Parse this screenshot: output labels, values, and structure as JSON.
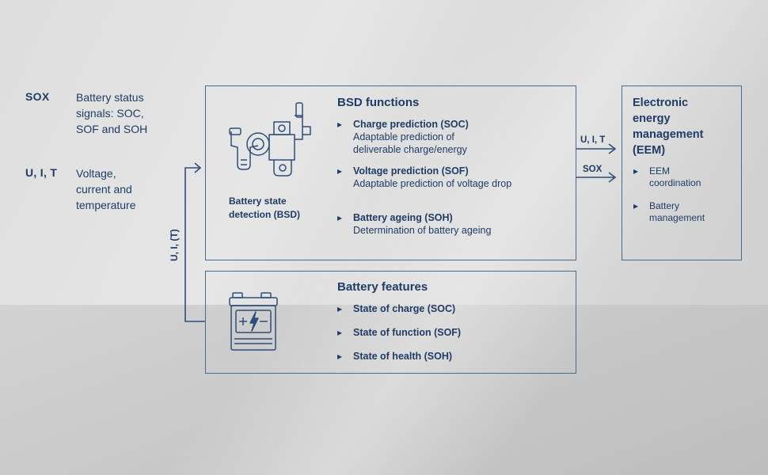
{
  "legend": [
    {
      "key": "SOX",
      "text": "Battery status signals: SOC, SOF and SOH",
      "lines": [
        "Battery status",
        "signals: SOC,",
        "SOF and SOH"
      ]
    },
    {
      "key": "U, I, T",
      "text": "Voltage, current and temperature",
      "lines": [
        "Voltage,",
        "current and",
        "temperature"
      ]
    }
  ],
  "feedback_label": "U, I, (T)",
  "bsd": {
    "title": "BSD functions",
    "caption_lines": [
      "Battery state",
      "detection (BSD)"
    ],
    "icon": "battery-sensor-icon",
    "functions": [
      {
        "title": "Charge prediction (SOC)",
        "desc_lines": [
          "Adaptable prediction of",
          "deliverable charge/energy"
        ]
      },
      {
        "title": "Voltage prediction (SOF)",
        "desc_lines": [
          "Adaptable prediction of voltage drop"
        ]
      },
      {
        "title": "Battery ageing (SOH)",
        "desc_lines": [
          "Determination of battery ageing"
        ]
      }
    ]
  },
  "features": {
    "title": "Battery features",
    "icon": "car-battery-icon",
    "items": [
      "State of charge (SOC)",
      "State of function (SOF)",
      "State of health (SOH)"
    ]
  },
  "signals": [
    "U, I, T",
    "SOX"
  ],
  "eem": {
    "title_lines": [
      "Electronic",
      "energy",
      "management",
      "(EEM)"
    ],
    "items": [
      {
        "lines": [
          "EEM",
          "coordination"
        ]
      },
      {
        "lines": [
          "Battery",
          "management"
        ]
      }
    ]
  },
  "colors": {
    "ink": "#1f3c66",
    "line": "#4a6a90",
    "background": "#e0e0e0"
  }
}
